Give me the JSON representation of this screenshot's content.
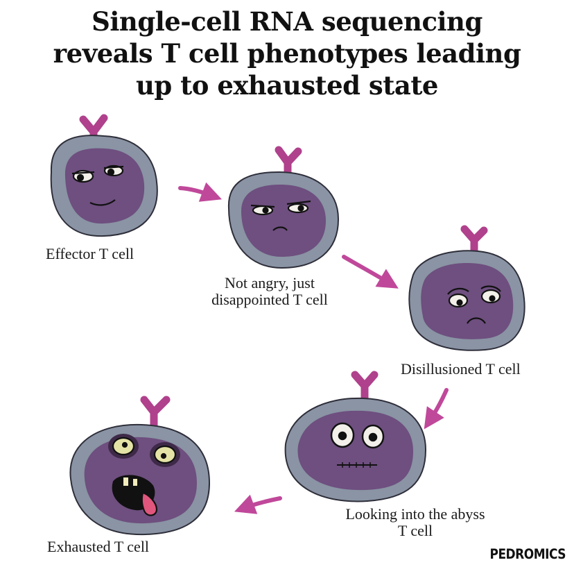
{
  "title": {
    "line1": "Single-cell RNA sequencing",
    "line2": "reveals  T cell phenotypes leading",
    "line3": "up to exhausted state"
  },
  "cells": [
    {
      "label": "Effector T cell"
    },
    {
      "label_line1": "Not angry, just",
      "label_line2": "disappointed T cell"
    },
    {
      "label": "Disillusioned T cell"
    },
    {
      "label_line1": "Looking into the abyss",
      "label_line2": "T cell"
    },
    {
      "label": "Exhausted T cell"
    }
  ],
  "colors": {
    "membrane": "#8a94a4",
    "cytoplasm": "#6e4f7f",
    "receptor": "#b0418c",
    "arrow": "#c0489a"
  },
  "signature": "PEDROMICS"
}
